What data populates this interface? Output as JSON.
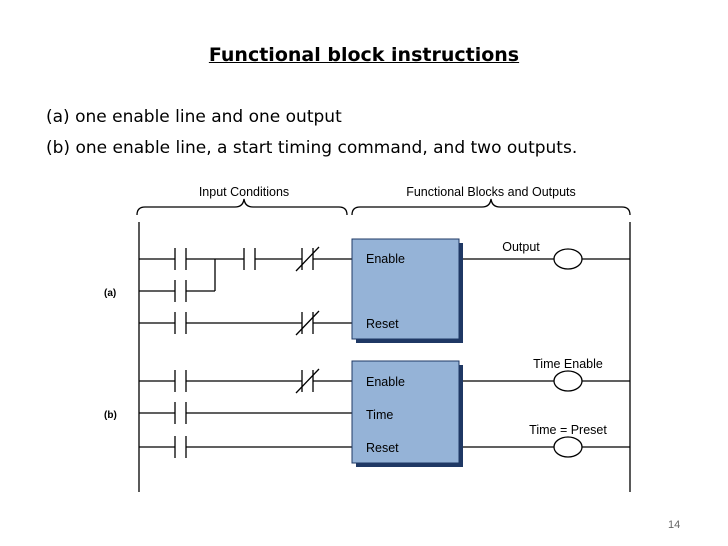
{
  "slide": {
    "title": "Functional block instructions",
    "line_a": "(a) one enable line and one output",
    "line_b": "(b) one enable line, a start timing command, and two outputs.",
    "page_number": "14"
  },
  "diagram": {
    "header_left": "Input Conditions",
    "header_right": "Functional Blocks and Outputs",
    "rung_a_label": "(a)",
    "rung_b_label": "(b)",
    "block_a": {
      "enable": "Enable",
      "reset": "Reset"
    },
    "block_b": {
      "enable": "Enable",
      "time": "Time",
      "reset": "Reset"
    },
    "outputs": {
      "output": "Output",
      "time_enable": "Time Enable",
      "time_preset": "Time = Preset"
    },
    "colors": {
      "block_fill": "#95b3d7",
      "block_shadow": "#1f3864"
    }
  }
}
